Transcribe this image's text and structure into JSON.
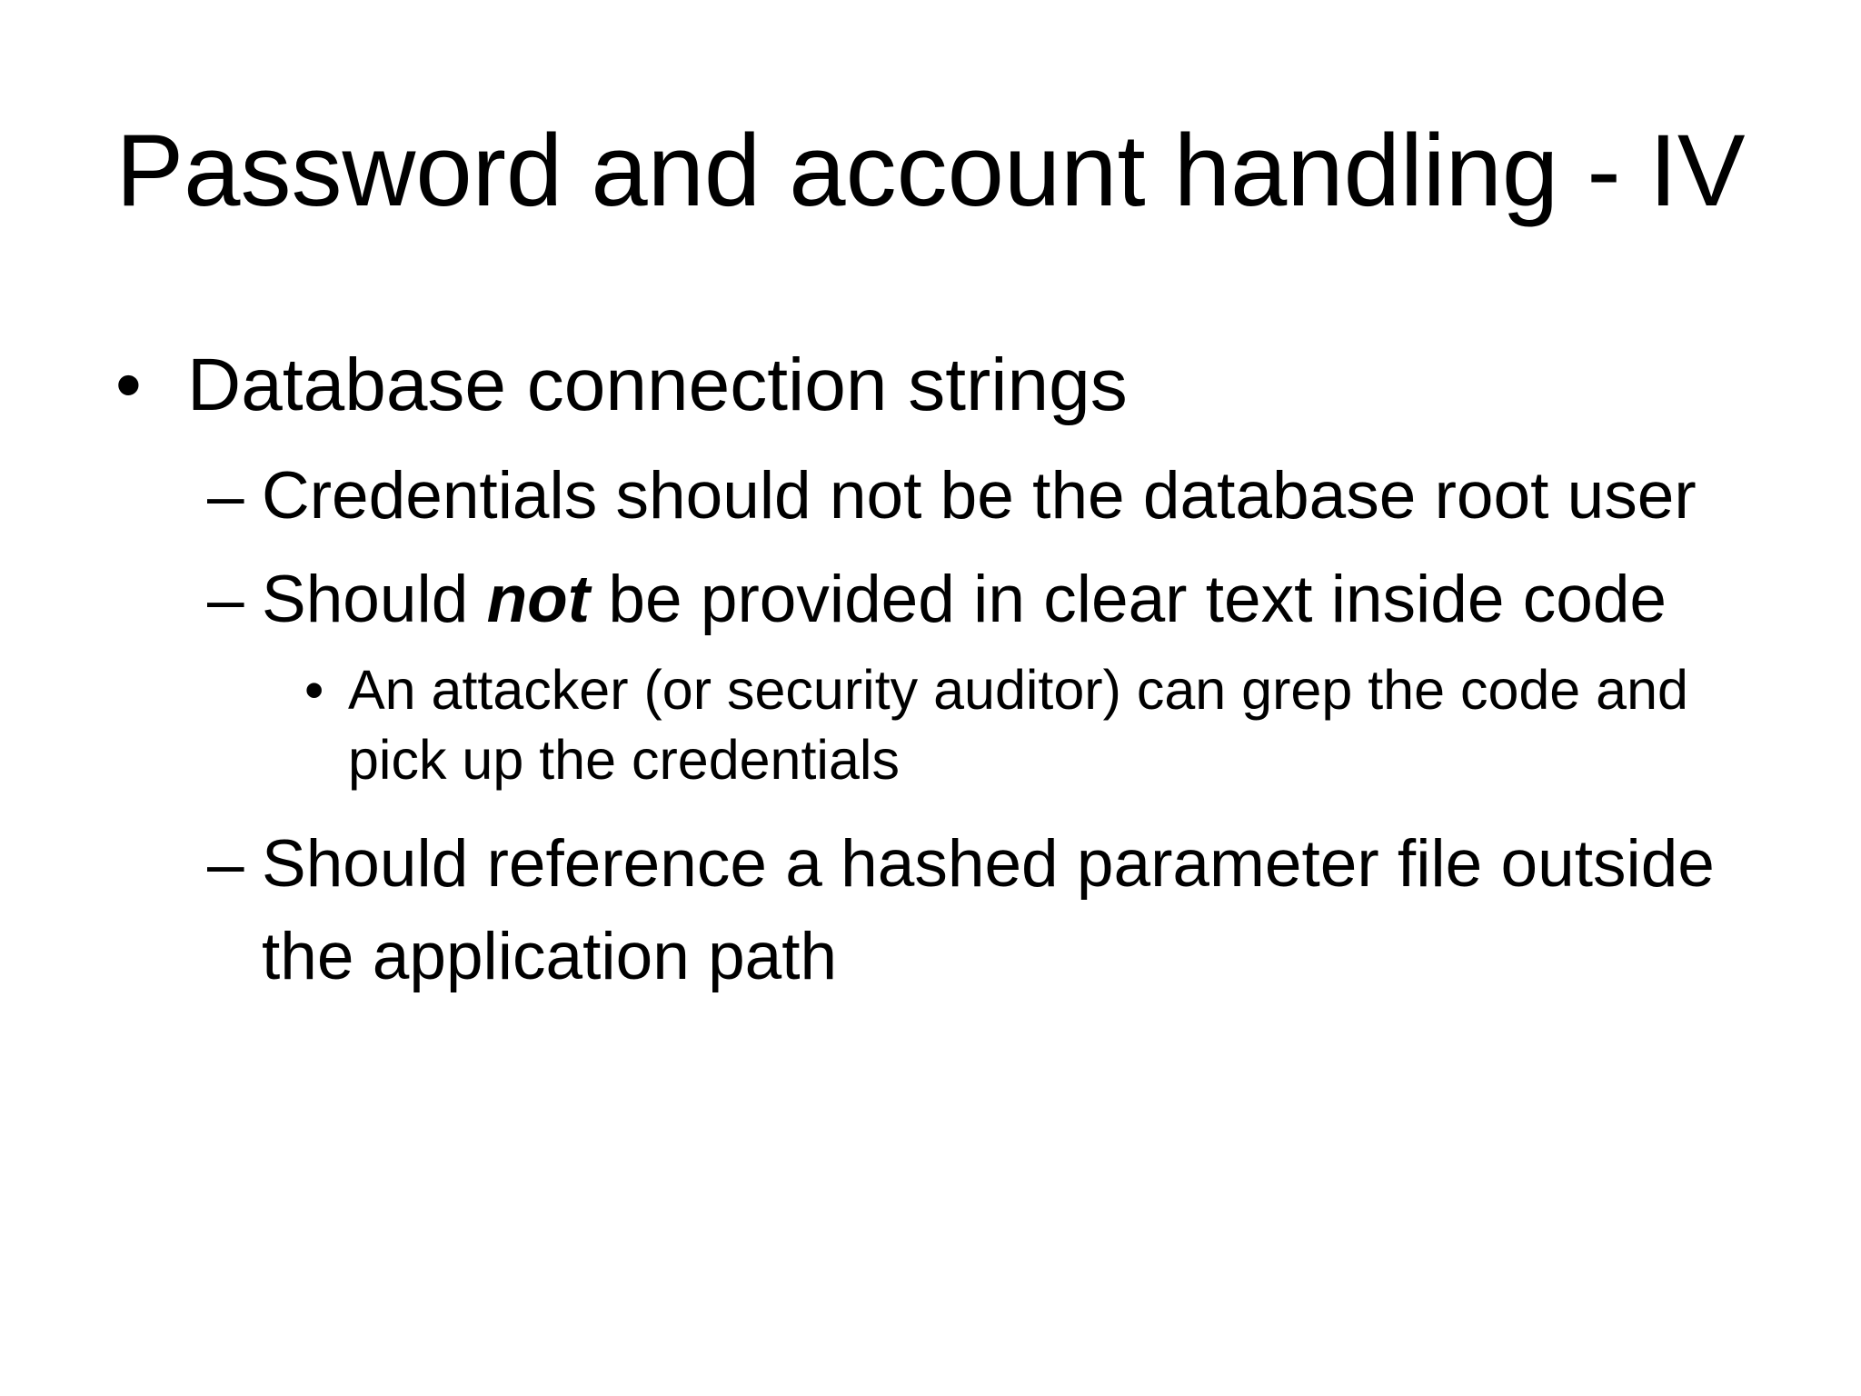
{
  "slide": {
    "title": "Password and account handling - IV",
    "markers": {
      "level1": "•",
      "level2": "–",
      "level3": "•"
    },
    "content": {
      "bullet1": "Database connection strings",
      "sub1": "Credentials should not be the database root user",
      "sub2": {
        "prefix": "Should ",
        "emphasis": "not",
        "suffix": " be provided in clear text inside code"
      },
      "subsub1_line1": "An attacker (or security auditor) can grep the code and",
      "subsub1_line2": "pick up the credentials",
      "sub3_line1": "Should reference a hashed parameter file outside",
      "sub3_line2": "the application path"
    },
    "colors": {
      "background": "#ffffff",
      "text": "#000000"
    }
  }
}
